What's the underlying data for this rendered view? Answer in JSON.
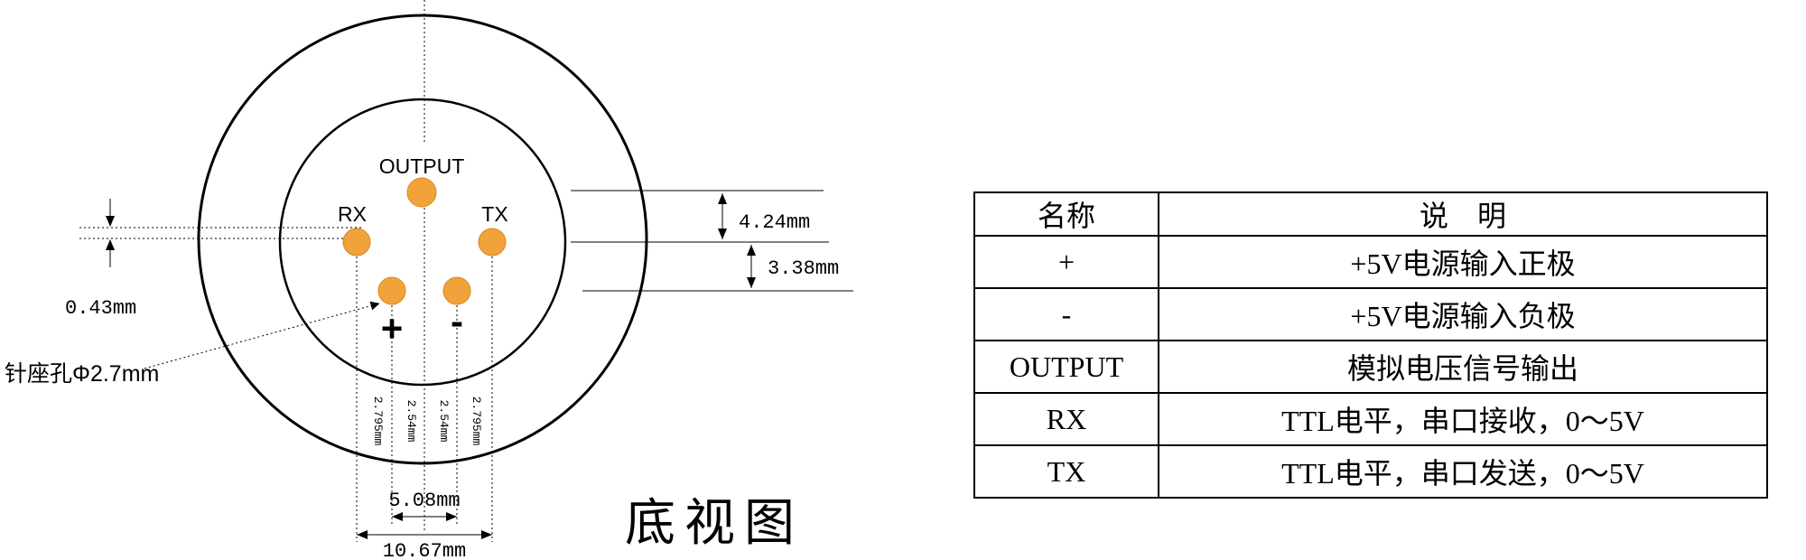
{
  "diagram": {
    "title": "底视图",
    "pin_labels": {
      "output": "OUTPUT",
      "rx": "RX",
      "tx": "TX",
      "plus": "+",
      "minus": "-"
    },
    "dims": {
      "offset_left": "0.43mm",
      "hole_note": "针座孔Φ2.7mm",
      "row_gap_top": "4.24mm",
      "row_gap_bottom": "3.38mm",
      "col_gap_1": "2.795mm",
      "col_gap_2": "2.54mm",
      "col_gap_3": "2.54mm",
      "col_gap_4": "2.795mm",
      "width_inner": "5.08mm",
      "width_outer": "10.67mm"
    }
  },
  "table": {
    "header": {
      "name": "名称",
      "desc": "说　明"
    },
    "rows": [
      {
        "name": "+",
        "desc": "+5V电源输入正极"
      },
      {
        "name": "-",
        "desc": "+5V电源输入负极"
      },
      {
        "name": "OUTPUT",
        "desc": "模拟电压信号输出"
      },
      {
        "name": "RX",
        "desc": "TTL电平，串口接收，0～5V"
      },
      {
        "name": "TX",
        "desc": "TTL电平，串口发送，0～5V"
      }
    ]
  },
  "colors": {
    "pin_fill": "#F2A23B",
    "line": "#000000"
  }
}
